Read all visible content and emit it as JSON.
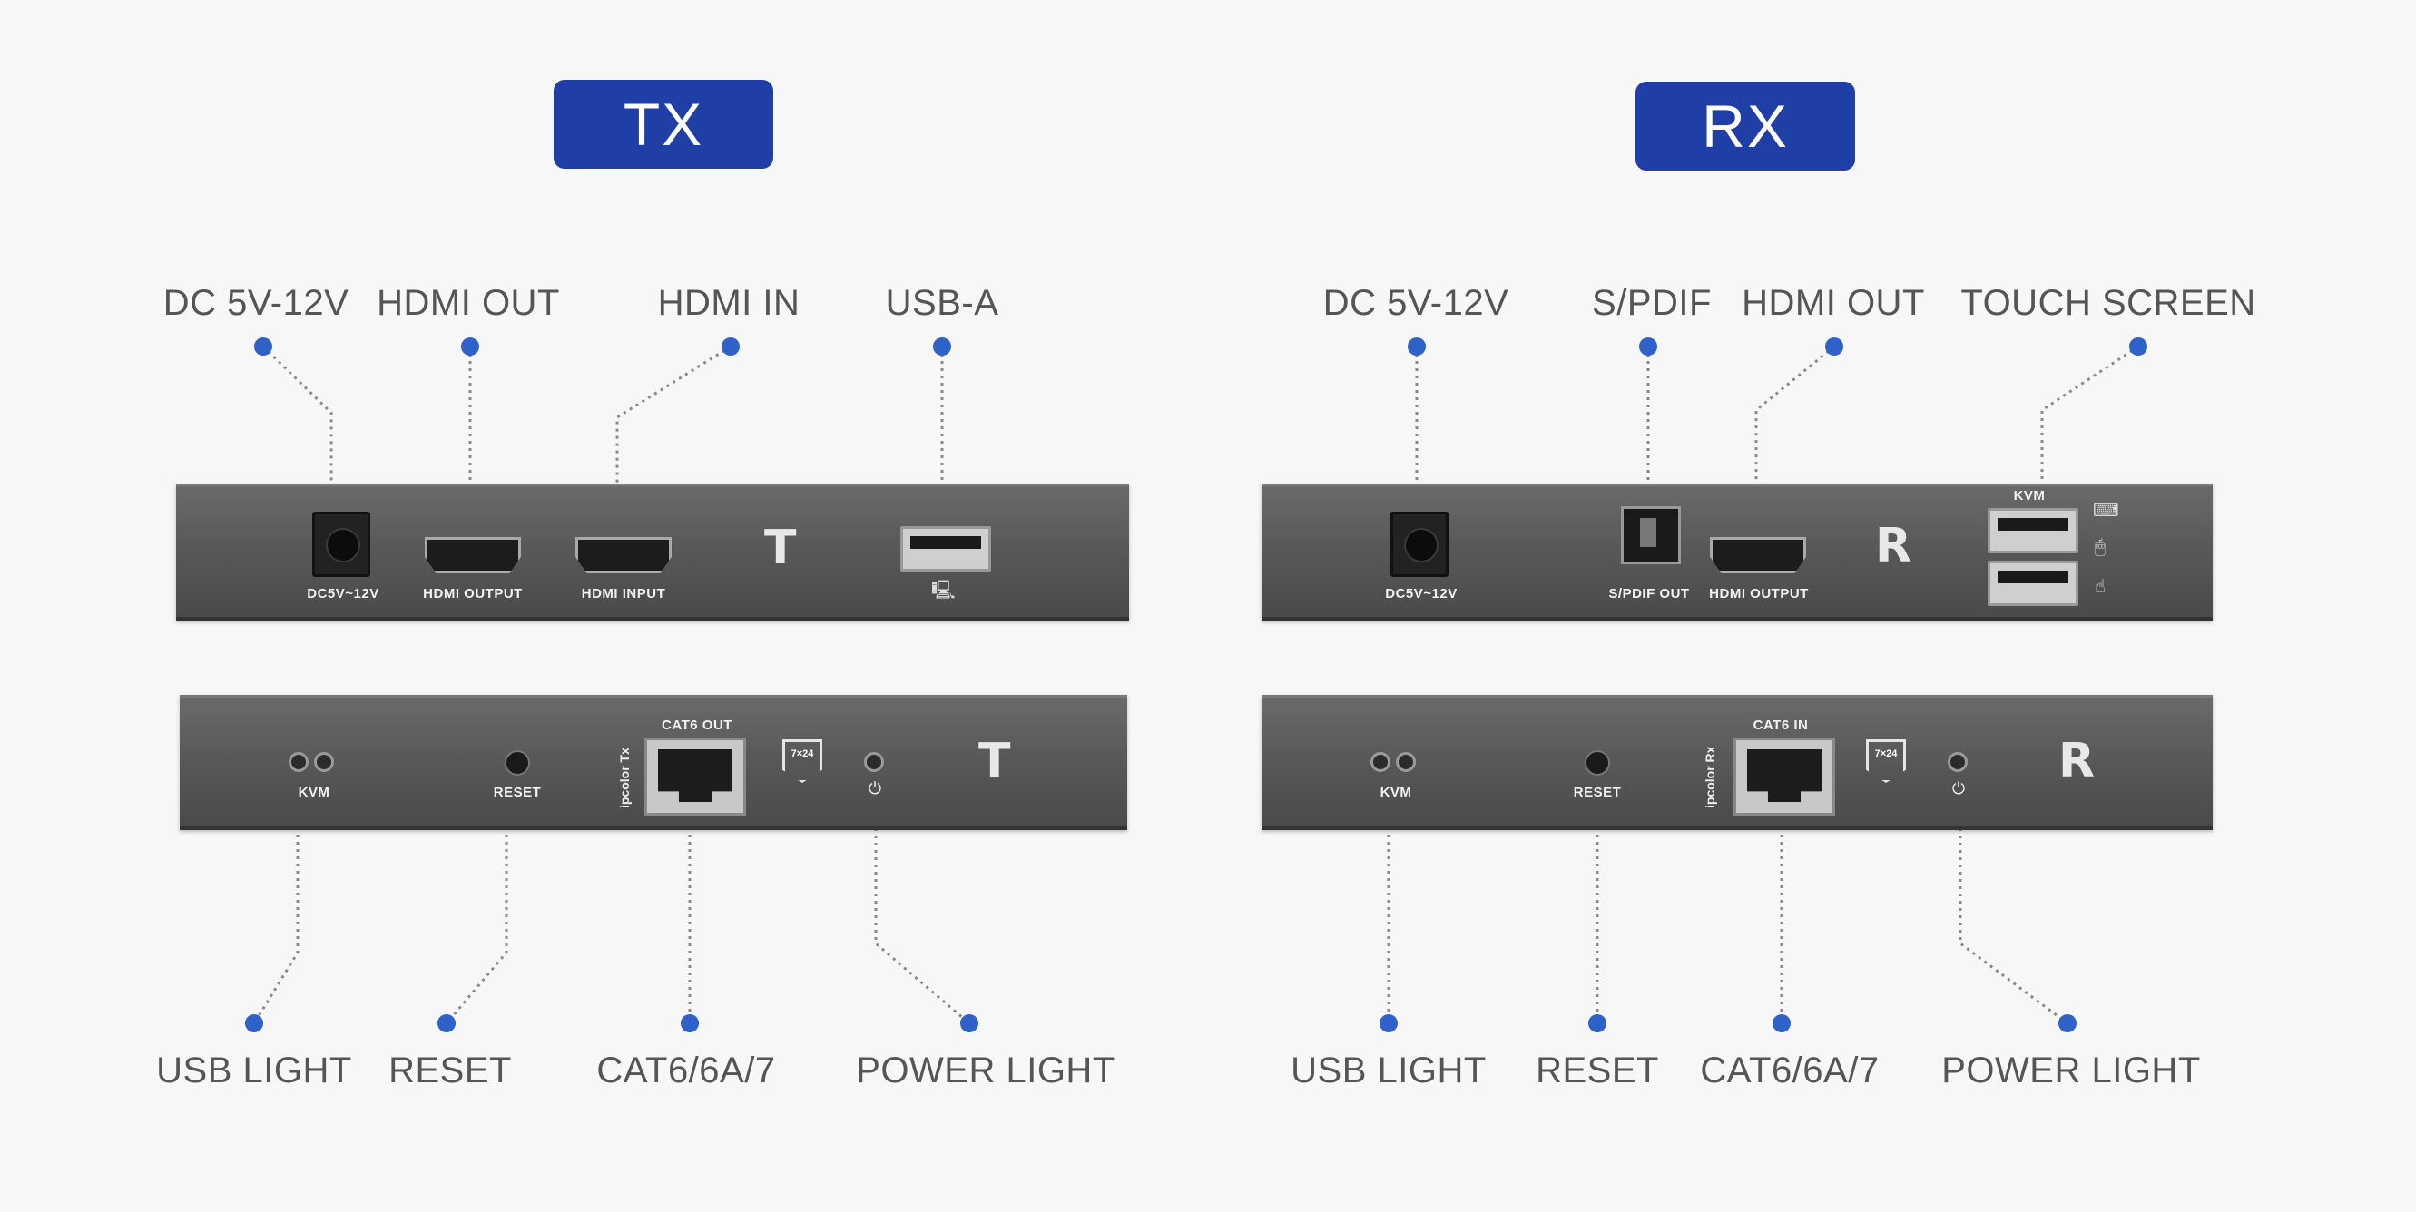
{
  "tx": {
    "badge": "TX",
    "top_callouts": [
      "DC 5V-12V",
      "HDMI OUT",
      "HDMI IN",
      "USB-A"
    ],
    "bottom_callouts": [
      "USB LIGHT",
      "RESET",
      "CAT6/6A/7",
      "POWER LIGHT"
    ],
    "front_panel": {
      "dc_label": "DC5V~12V",
      "hdmi_out_label": "HDMI OUTPUT",
      "hdmi_in_label": "HDMI INPUT",
      "logo": "T"
    },
    "back_panel": {
      "kvm_label": "KVM",
      "reset_label": "RESET",
      "cat_label": "CAT6 OUT",
      "vertical_label": "ipcolor Tx",
      "shield_text": "7×24",
      "logo": "T"
    }
  },
  "rx": {
    "badge": "RX",
    "top_callouts": [
      "DC 5V-12V",
      "S/PDIF",
      "HDMI OUT",
      "TOUCH SCREEN"
    ],
    "bottom_callouts": [
      "USB LIGHT",
      "RESET",
      "CAT6/6A/7",
      "POWER LIGHT"
    ],
    "front_panel": {
      "dc_label": "DC5V~12V",
      "spdif_label": "S/PDIF OUT",
      "hdmi_out_label": "HDMI OUTPUT",
      "kvm_label": "KVM",
      "logo": "R"
    },
    "back_panel": {
      "kvm_label": "KVM",
      "reset_label": "RESET",
      "cat_label": "CAT6 IN",
      "vertical_label": "ipcolor Rx",
      "shield_text": "7×24",
      "logo": "R"
    }
  },
  "icons": {
    "power": "⏻",
    "monitor": "🖳",
    "keyboard": "⌨",
    "mouse": "🖱",
    "touch": "☝"
  },
  "colors": {
    "badge": "#1f3fa6",
    "dot": "#2f62c8",
    "text": "#555555",
    "background": "#f7f7f7"
  }
}
